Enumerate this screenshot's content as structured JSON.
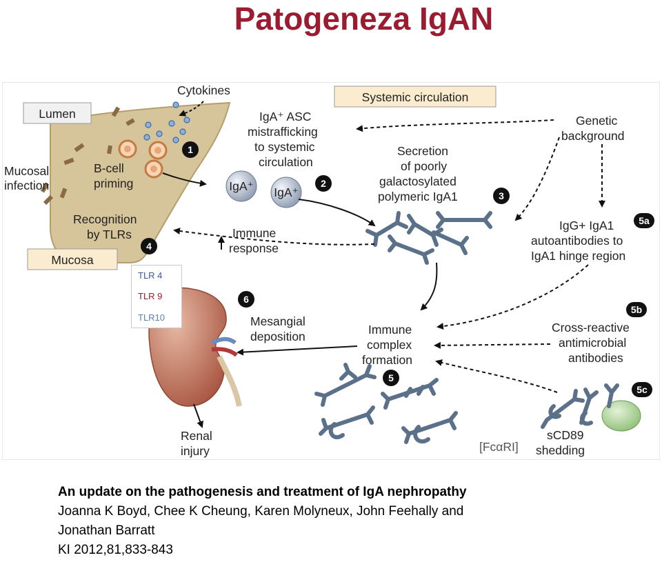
{
  "slide": {
    "title": "Patogeneza IgAN"
  },
  "figure": {
    "lumen": "Lumen",
    "cytokines": "Cytokines",
    "mucosal_infection": [
      "Mucosal",
      "infection"
    ],
    "b_cell_priming": [
      "B-cell",
      "priming"
    ],
    "recognition": [
      "Recognition",
      "by TLRs"
    ],
    "mucosa": "Mucosa",
    "systemic_circulation": "Systemic circulation",
    "iga_asc": [
      "IgA⁺ ASC",
      "mistrafficking",
      "to systemic",
      "circulation"
    ],
    "iga_cell": "IgA⁺",
    "secretion": [
      "Secretion",
      "of poorly",
      "galactosylated",
      "polymeric IgA1"
    ],
    "genetic": [
      "Genetic",
      "background"
    ],
    "immune_response": [
      "Immune",
      "response"
    ],
    "igg_autoantibodies": [
      "IgG+ IgA1",
      "autoantibodies to",
      "IgA1 hinge region"
    ],
    "mesangial": [
      "Mesangial",
      "deposition"
    ],
    "immune_complex": [
      "Immune",
      "complex",
      "formation"
    ],
    "cross_reactive": [
      "Cross-reactive",
      "antimicrobial",
      "antibodies"
    ],
    "renal_injury": [
      "Renal",
      "injury"
    ],
    "fcari": "[FcαRI]",
    "scd89": [
      "sCD89",
      "shedding"
    ],
    "step_labels": [
      "1",
      "2",
      "3",
      "4",
      "5",
      "5a",
      "5b",
      "5c",
      "6"
    ],
    "colors": {
      "mucosa": "#d6c49a",
      "antibody": "#5b7089",
      "label_box": "#fbeccf",
      "kidney": "#b96a55",
      "title": "#9b1b30"
    }
  },
  "tlr_box": {
    "items": [
      {
        "label": "TLR 4",
        "color": "#3d57a8"
      },
      {
        "label": "TLR 9",
        "color": "#9b1b30"
      },
      {
        "label": "TLR10",
        "color": "#5b7fb0"
      }
    ]
  },
  "citation": {
    "title": "An update on the pathogenesis and treatment of IgA nephropathy",
    "authors_line1": "Joanna K Boyd, Chee K Cheung, Karen Molyneux, John Feehally and",
    "authors_line2": "Jonathan Barratt",
    "reference": "KI 2012,81,833-843"
  }
}
